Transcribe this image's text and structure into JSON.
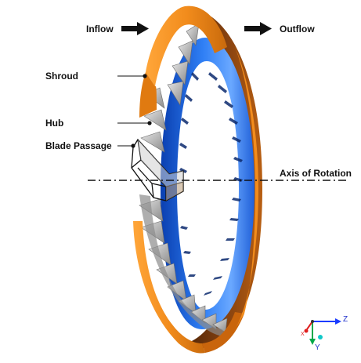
{
  "labels": {
    "inflow": "Inflow",
    "outflow": "Outflow",
    "shroud": "Shroud",
    "hub": "Hub",
    "blade_passage": "Blade Passage",
    "axis_of_rotation": "Axis of Rotation"
  },
  "triad": {
    "z_label": "Z",
    "y_label": "Y",
    "x_label": "X"
  },
  "colors": {
    "shroud_outer": "#f28c1c",
    "shroud_inner": "#7a3a0a",
    "hub": "#2f7ff5",
    "hub_dark": "#0a3fb0",
    "blade": "#c8c8c8",
    "blade_shadow": "#7a7a7a",
    "triad_z": "#1a3cff",
    "triad_y": "#00a84a",
    "triad_x": "#e02020"
  }
}
